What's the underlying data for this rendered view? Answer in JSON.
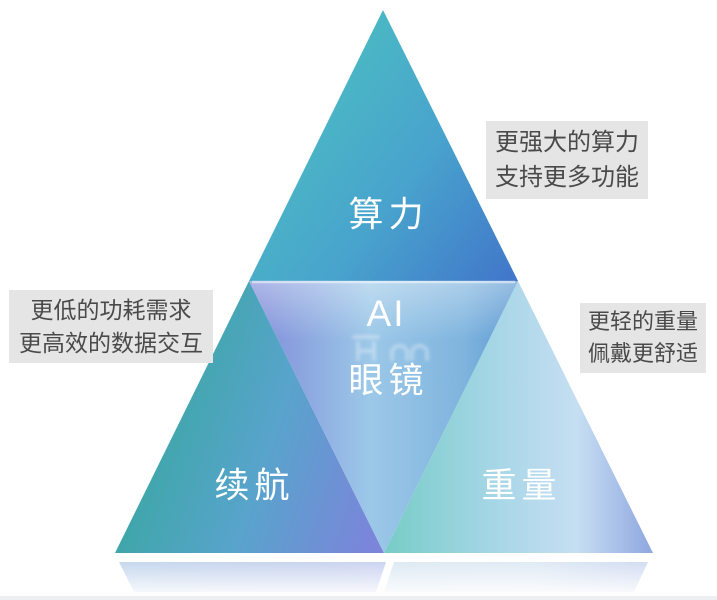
{
  "pyramid": {
    "top": {
      "label": "算力"
    },
    "center": {
      "label_line1": "AI",
      "label_line2": "眼镜"
    },
    "bottom_left": {
      "label": "续航"
    },
    "bottom_right": {
      "label": "重量"
    }
  },
  "annotations": {
    "top_right": {
      "line1": "更强大的算力",
      "line2": "支持更多功能"
    },
    "left": {
      "line1": "更低的功耗需求",
      "line2": "更高效的数据交互"
    },
    "right": {
      "line1": "更轻的重量",
      "line2": "佩戴更舒适"
    }
  },
  "colors": {
    "top_triangle_start": "#4cc1c0",
    "top_triangle_end": "#3f6bc9",
    "bottom_left_triangle_start": "#35a79c",
    "bottom_left_triangle_end": "#7b85da",
    "bottom_right_triangle_start": "#77ccc6",
    "bottom_right_triangle_end": "#8fa6e0",
    "center_triangle_start": "#7f8bd9",
    "center_triangle_end": "#5b98d2",
    "annotation_background": "#e5e5e5",
    "annotation_text": "#4a4a4a",
    "pyramid_label_text": "#ffffff",
    "page_background": "#ffffff"
  }
}
